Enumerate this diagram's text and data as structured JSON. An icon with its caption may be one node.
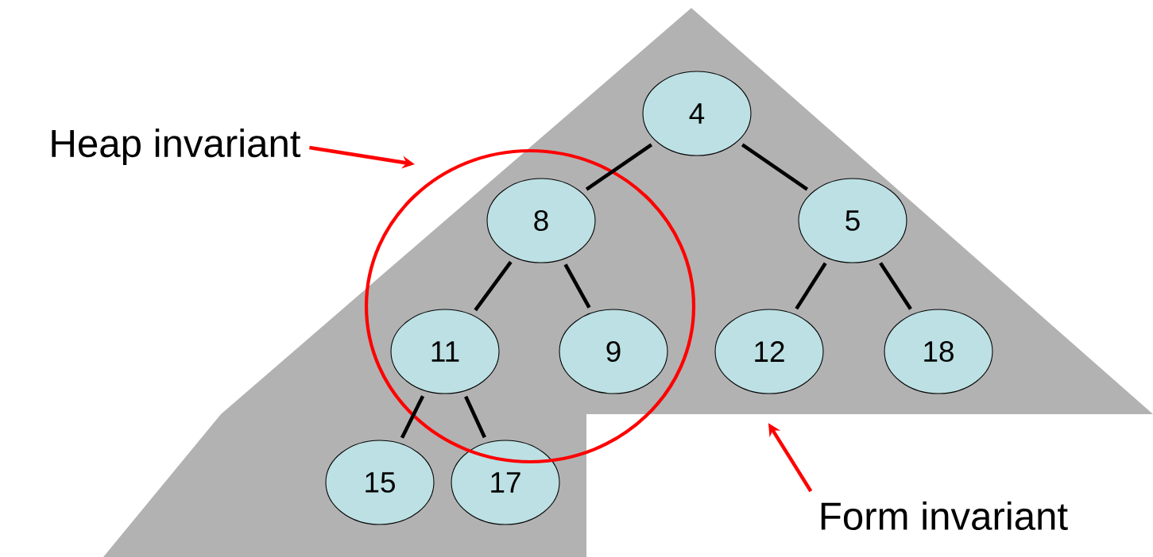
{
  "diagram": {
    "nodes": [
      {
        "text": [],
        "shape": "polygon"
      },
      {
        "text": [
          "4"
        ],
        "in": 0
      },
      {
        "text": [
          "8"
        ],
        "in": 0
      },
      {
        "text": [
          "5"
        ],
        "in": 0
      },
      {
        "text": [
          "11"
        ],
        "in": 0
      },
      {
        "text": [
          "9"
        ],
        "in": 0
      },
      {
        "text": [
          "12"
        ],
        "in": 0
      },
      {
        "text": [
          "18"
        ],
        "in": 0
      },
      {
        "text": [
          "15"
        ],
        "in": 0
      },
      {
        "text": [
          "17"
        ],
        "in": 0
      },
      {
        "text": [
          "Heap invariant"
        ]
      },
      {
        "text": [
          "Form invariant"
        ]
      }
    ],
    "edges": [
      {
        "from": 1,
        "to": 2,
        "arrow": "none"
      },
      {
        "from": 1,
        "to": 3,
        "arrow": "none"
      },
      {
        "from": 2,
        "to": 4,
        "arrow": "none"
      },
      {
        "from": 2,
        "to": 5,
        "arrow": "none"
      },
      {
        "from": 3,
        "to": 6,
        "arrow": "none"
      },
      {
        "from": 3,
        "to": 7,
        "arrow": "none"
      },
      {
        "from": 4,
        "to": 8,
        "arrow": "none"
      },
      {
        "from": 4,
        "to": 9,
        "arrow": "none"
      },
      {
        "from": 10,
        "to": null,
        "arrow": "to",
        "color": "#ff0000"
      },
      {
        "from": 11,
        "to": 0,
        "arrow": "to",
        "color": "#ff0000"
      }
    ]
  }
}
